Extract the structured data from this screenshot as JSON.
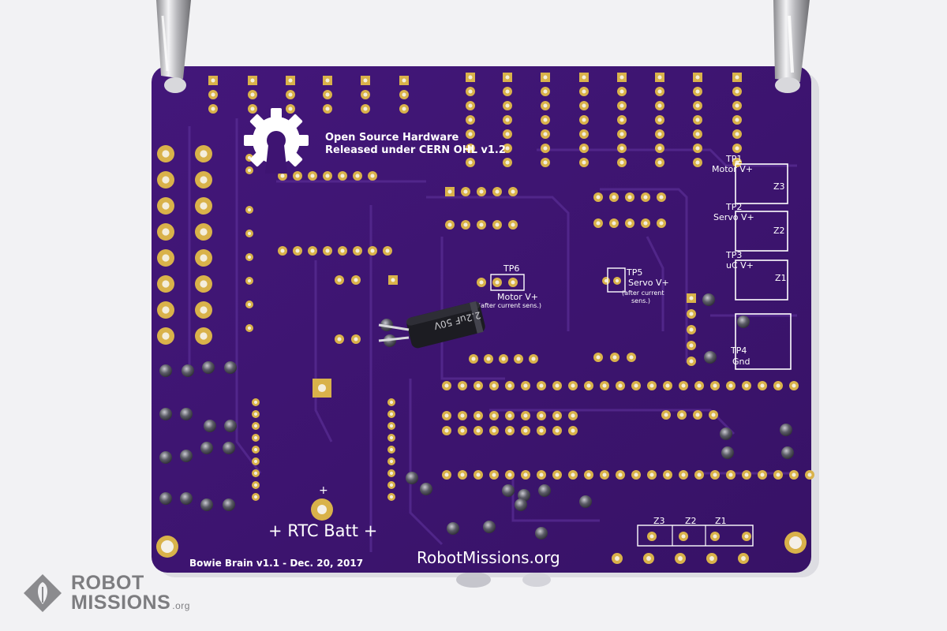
{
  "board": {
    "oshw_line1": "Open Source Hardware",
    "oshw_line2": "Released under CERN OHL v1.2",
    "tp1": "TP1",
    "tp1_label": "Motor V+",
    "tp2": "TP2",
    "tp2_label": "Servo V+",
    "tp3": "TP3",
    "tp3_label": "uC V+",
    "tp4": "TP4",
    "tp4_label": "Gnd",
    "tp5": "TP5",
    "tp5_label": "Servo V+",
    "tp5_note1": "(after current",
    "tp5_note2": "sens.)",
    "tp6": "TP6",
    "tp6_label": "Motor V+",
    "tp6_note": "(after current sens.)",
    "z1": "Z1",
    "z2": "Z2",
    "z3": "Z3",
    "rtc_label": "+ RTC Batt +",
    "rtc_plus": "+",
    "version": "Bowie Brain v1.1 - Dec. 20, 2017",
    "site": "RobotMissions.org",
    "capacitor_text": "2.2uF 50V"
  },
  "watermark": {
    "line1": "ROBOT",
    "line2": "MISSIONS",
    "suffix": ".org"
  },
  "colors": {
    "pcb": "#3e1472",
    "pad": "#d9b24a",
    "silkscreen": "#ffffff",
    "background": "#f2f2f4"
  }
}
